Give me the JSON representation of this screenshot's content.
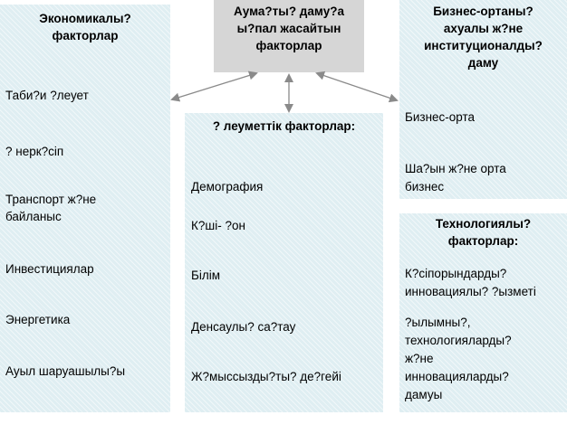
{
  "center": {
    "title_lines": [
      "Аума?ты? даму?а",
      "ы?пал жасайтын",
      "факторлар"
    ]
  },
  "economic": {
    "title_lines": [
      "Экономикалы?",
      "факторлар"
    ],
    "items": [
      "Таби?и ?леует",
      "? нерк?сіп",
      "Транспорт ж?не",
      "байланыс",
      "Инвестициялар",
      "Энергетика",
      "Ауыл шаруашылы?ы"
    ]
  },
  "social": {
    "title_lines": [
      "? леуметтік факторлар:"
    ],
    "items": [
      "Демография",
      "К?ші- ?он",
      "Білім",
      "Денсаулы? са?тау",
      "Ж?мыссызды?ты? де?гейі"
    ]
  },
  "business": {
    "title_lines": [
      "Бизнес-ортаны?",
      "ахуалы ж?не",
      "институционалды?",
      "даму"
    ],
    "items": [
      "Бизнес-орта",
      "Ша?ын ж?не орта",
      "бизнес"
    ]
  },
  "tech": {
    "title_lines": [
      "Технологиялы?",
      "факторлар:"
    ],
    "items": [
      "К?сіпорындарды?",
      "инновациялы? ?ызметі",
      "?ылымны?,",
      "технологияларды?",
      "ж?не",
      "инновацияларды?",
      "дамуы"
    ]
  },
  "colors": {
    "box_fill": "#dfeef2",
    "center_fill": "#d6d6d6",
    "arrow": "#8a8a8a"
  }
}
